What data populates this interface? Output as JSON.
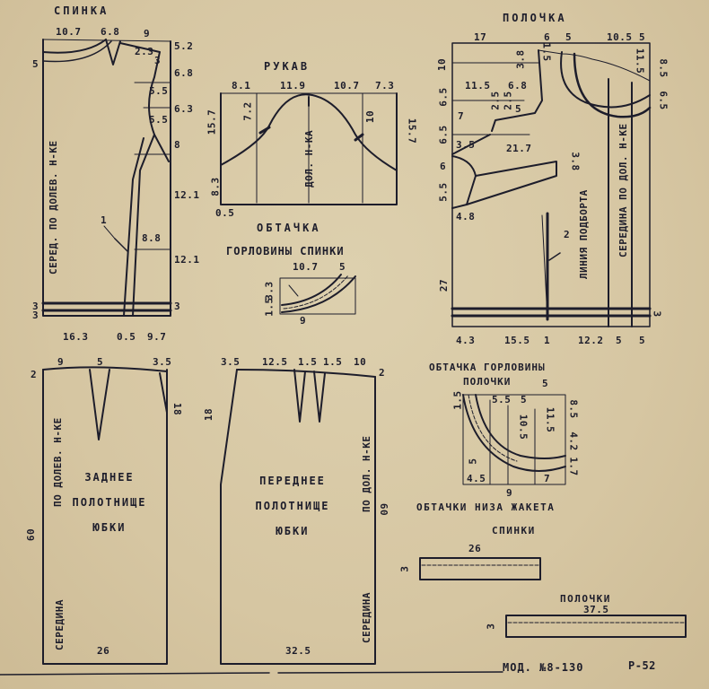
{
  "back_bodice": {
    "title": "СПИНКА",
    "top_dims": [
      "10.7",
      "6.8",
      "9"
    ],
    "right_dims": [
      "5.2",
      "6.8",
      "6.3",
      "8",
      "12.1",
      "12.1",
      "3"
    ],
    "inner_dims": [
      "2.3",
      "3",
      "5.5",
      "5.5",
      "8.8"
    ],
    "left_dims": [
      "5",
      "3",
      "3"
    ],
    "bottom_dims": [
      "16.3",
      "0.5",
      "9.7"
    ],
    "label_left": "СЕРЕД. ПО ДОЛЕВ. Н-КЕ",
    "dart_no": "1"
  },
  "sleeve": {
    "title": "РУКАВ",
    "top_dims": [
      "8.1",
      "11.9",
      "10.7",
      "7.3"
    ],
    "side_dims": [
      "15.7",
      "7.2",
      "10",
      "15.7"
    ],
    "bottom_dims": [
      "8.3",
      "0.5"
    ],
    "center_label": "ДОЛ. Н-КА"
  },
  "back_neck_facing": {
    "title_line1": "ОБТАЧКА",
    "title_line2": "ГОРЛОВИНЫ СПИНКИ",
    "dims": [
      "10.7",
      "5",
      "1.5",
      "3.3",
      "9"
    ]
  },
  "front_bodice": {
    "title": "ПОЛОЧКА",
    "top_dims": [
      "17",
      "6",
      "5",
      "10.5",
      "5"
    ],
    "right_dims": [
      "11.5",
      "8.5",
      "6.5"
    ],
    "inner_dims": [
      "3.8",
      "1.5",
      "11.5",
      "6.8",
      "2.5",
      "2.5",
      "5",
      "21.7",
      "3.5",
      "3.8",
      "7",
      "4.8"
    ],
    "left_dims": [
      "10",
      "6.5",
      "6.5",
      "6",
      "5.5",
      "27",
      "3"
    ],
    "bottom_dims": [
      "4.3",
      "15.5",
      "1",
      "12.2",
      "5",
      "5"
    ],
    "label_fold": "ЛИНИЯ ПОДБОРТА",
    "label_center": "СЕРЕДИНА ПО ДОЛ. Н-КЕ",
    "dart_no": "2"
  },
  "back_skirt": {
    "title_line1": "ЗАДНЕЕ",
    "title_line2": "ПОЛОТНИЩЕ",
    "title_line3": "ЮБКИ",
    "top_dims": [
      "9",
      "5",
      "3.5",
      "2"
    ],
    "right_dims": [
      "18"
    ],
    "left_dims": [
      "60"
    ],
    "bottom_dims": [
      "26"
    ],
    "label_left_top": "ПО ДОЛЕВ. Н-КЕ",
    "label_left_bottom": "СЕРЕДИНА"
  },
  "front_skirt": {
    "title_line1": "ПЕРЕДНЕЕ",
    "title_line2": "ПОЛОТНИЩЕ",
    "title_line3": "ЮБКИ",
    "top_dims": [
      "3.5",
      "12.5",
      "1.5",
      "1.5",
      "10",
      "2"
    ],
    "left_dims": [
      "18"
    ],
    "right_dims": [
      "60"
    ],
    "bottom_dims": [
      "32.5"
    ],
    "label_right_top": "ПО ДОЛ. Н-КЕ",
    "label_right_bottom": "СЕРЕДИНА"
  },
  "front_neck_facing": {
    "title_line1": "ОБТАЧКА ГОРЛОВИНЫ",
    "title_line2": "ПОЛОЧКИ",
    "dims": [
      "5",
      "1.5",
      "5.5",
      "5",
      "10.5",
      "11.5",
      "8.5",
      "4.2",
      "1.7",
      "4.5",
      "9",
      "7",
      "5"
    ]
  },
  "hem_facings": {
    "title_line1": "ОБТАЧКИ НИЗА ЖАКЕТА",
    "title_line2": "СПИНКИ",
    "back_width": "26",
    "back_height": "3",
    "front_title": "ПОЛОЧКИ",
    "front_width": "37.5",
    "front_height": "3"
  },
  "footer": {
    "model": "МОД. №8-130",
    "page": "Р-52"
  },
  "colors": {
    "paper": "#d8c7a2",
    "ink": "#1d1d2b"
  }
}
